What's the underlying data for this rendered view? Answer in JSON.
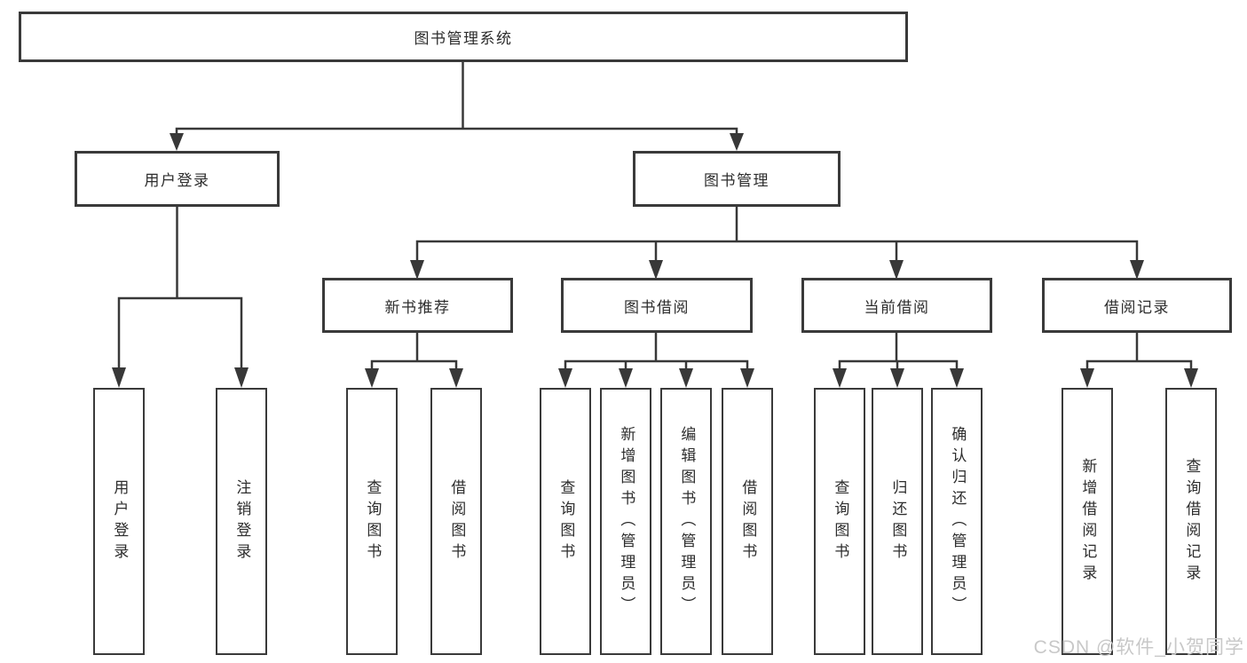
{
  "tree": {
    "root": "图书管理系统",
    "branches": [
      {
        "label": "用户登录",
        "leaves": [
          "用户登录",
          "注销登录"
        ]
      },
      {
        "label": "图书管理",
        "groups": [
          {
            "label": "新书推荐",
            "leaves": [
              "查询图书",
              "借阅图书"
            ]
          },
          {
            "label": "图书借阅",
            "leaves": [
              "查询图书",
              "新增图书（管理员）",
              "编辑图书（管理员）",
              "借阅图书"
            ]
          },
          {
            "label": "当前借阅",
            "leaves": [
              "查询图书",
              "归还图书",
              "确认归还（管理员）"
            ]
          },
          {
            "label": "借阅记录",
            "leaves": [
              "新增借阅记录",
              "查询借阅记录"
            ]
          }
        ]
      }
    ]
  },
  "watermark": {
    "text": "CSDN @软件_小贺同学"
  },
  "colors": {
    "line": "#383838",
    "box_border": "#3a3a3a",
    "text": "#2d2d2d",
    "watermark": "#c8c8c8",
    "background": "#ffffff"
  }
}
